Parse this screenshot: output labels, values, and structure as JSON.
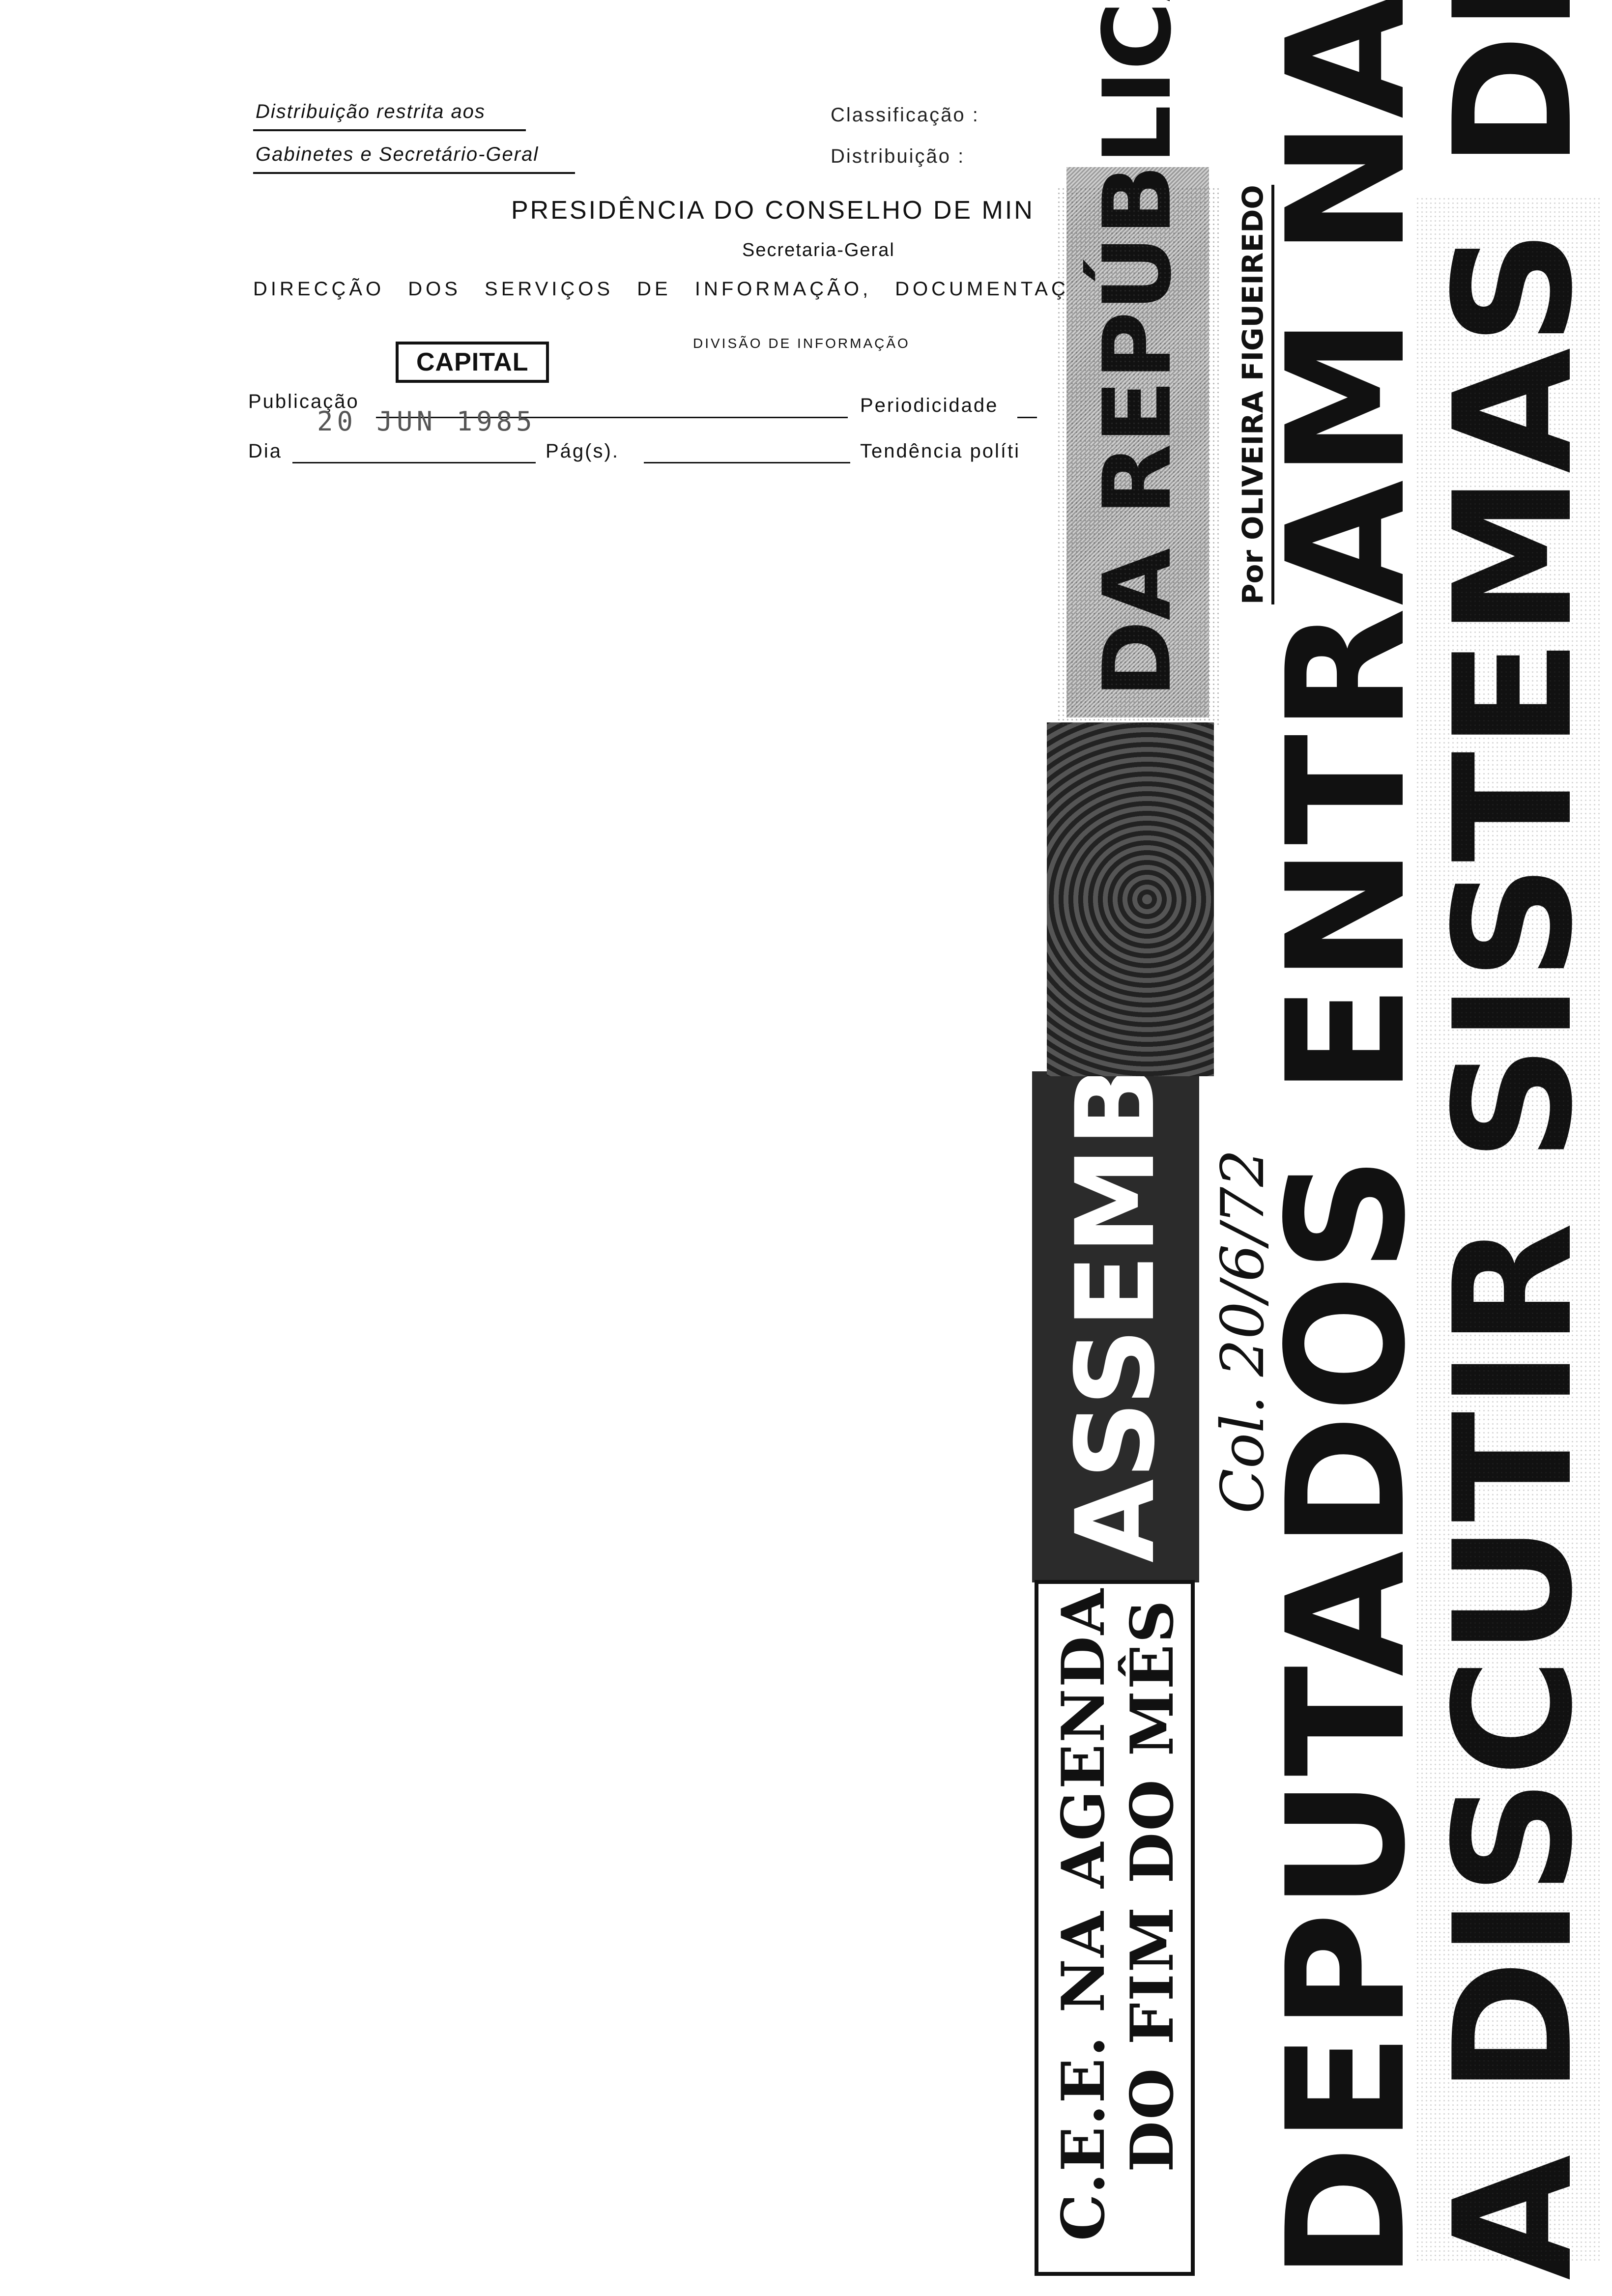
{
  "header": {
    "dist_restrita_line1": "Distribuição restrita aos",
    "dist_restrita_line2": "Gabinetes e Secretário-Geral",
    "classificacao": "Classificação :",
    "distribuicao": "Distribuição :",
    "title": "PRESIDÊNCIA DO CONSELHO DE MIN",
    "secretaria": "Secretaria-Geral",
    "direccao": "DIRECÇÃO DOS SERVIÇOS DE INFORMAÇÃO, DOCUMENTAÇ",
    "divisao": "DIVISÃO DE INFORMAÇÃO"
  },
  "form": {
    "stamp": "CAPITAL",
    "publicacao_label": "Publicação",
    "date_stamp": "20 JUN 1985",
    "periodicidade_label": "Periodicidade",
    "dia_label": "Dia",
    "pags_label": "Pág(s).",
    "tendencia_label": "Tendência políti"
  },
  "clipping": {
    "kicker_1": "ASSEMBLEIA",
    "kicker_2": "DA REPÚBLICA",
    "byline": "Por OLIVEIRA FIGUEIREDO",
    "headline_1": "DEPUTADOS ENTRAM NA RECTA FINAL",
    "headline_2": "A DISCUTIR SISTEMAS DE EDUCAÇÃO",
    "box_line_1": "C.E.E. NA AGENDA",
    "box_line_2": "DO FIM DO MÊS",
    "handwritten": "Col. 20/6/72"
  }
}
